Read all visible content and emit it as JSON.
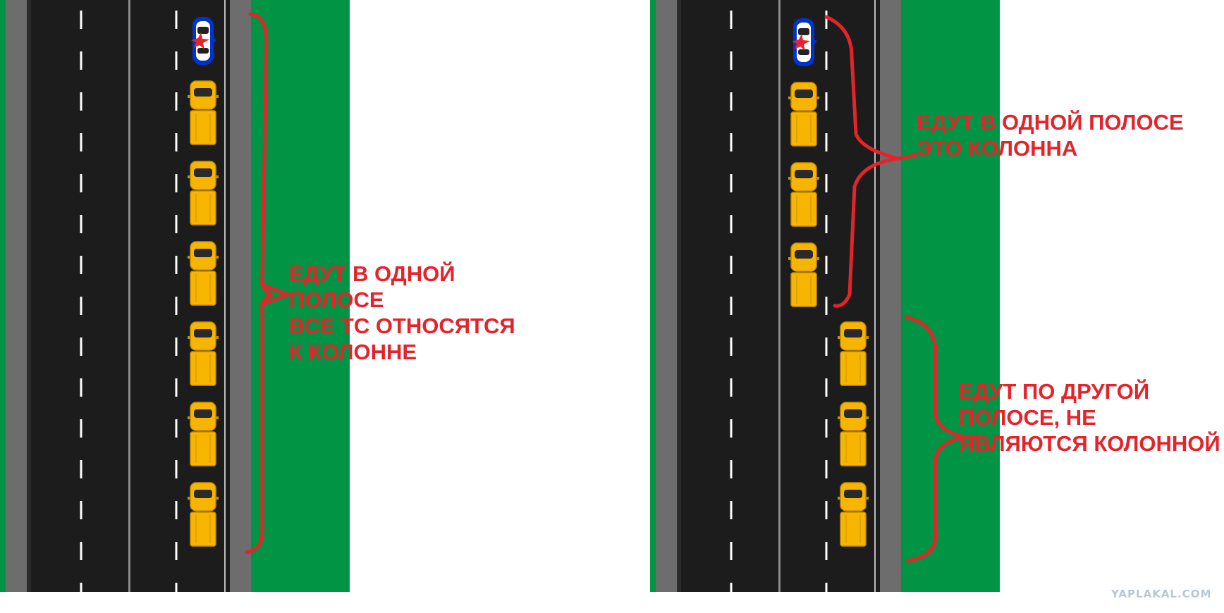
{
  "panels": [
    {
      "name": "single-lane",
      "labels": [
        {
          "name": "label-one-lane-column",
          "text": "ЕДУТ В ОДНОЙ\nПОЛОСЕ\nВСЕ ТС ОТНОСЯТСЯ\nК КОЛОННЕ"
        }
      ],
      "vehicles": [
        {
          "type": "police",
          "lane": "right"
        },
        {
          "type": "truck",
          "lane": "right"
        },
        {
          "type": "truck",
          "lane": "right"
        },
        {
          "type": "truck",
          "lane": "right"
        },
        {
          "type": "truck",
          "lane": "right"
        },
        {
          "type": "truck",
          "lane": "right"
        },
        {
          "type": "truck",
          "lane": "right"
        }
      ]
    },
    {
      "name": "two-lanes",
      "labels": [
        {
          "name": "label-column",
          "text": "ЕДУТ В ОДНОЙ ПОЛОСЕ\nЭТО КОЛОННА"
        },
        {
          "name": "label-not-column",
          "text": "ЕДУТ ПО ДРУГОЙ\nПОЛОСЕ, НЕ\nЯВЛЯЮТСЯ КОЛОННОЙ"
        }
      ],
      "vehicles": [
        {
          "type": "police",
          "lane": "center"
        },
        {
          "type": "truck",
          "lane": "center"
        },
        {
          "type": "truck",
          "lane": "center"
        },
        {
          "type": "truck",
          "lane": "center"
        },
        {
          "type": "truck",
          "lane": "right"
        },
        {
          "type": "truck",
          "lane": "right"
        },
        {
          "type": "truck",
          "lane": "right"
        }
      ]
    }
  ],
  "colors": {
    "grass": "#009444",
    "asphalt": "#1c1c1c",
    "shoulder": "#6d6d6d",
    "marking": "#ffffff",
    "truck": "#f7b500",
    "police_body": "#ffffff",
    "police_stripe": "#0033cc",
    "police_light": "#e3242b",
    "annotation": "#e3242b"
  },
  "watermark": "YAPLAKAL.COM"
}
